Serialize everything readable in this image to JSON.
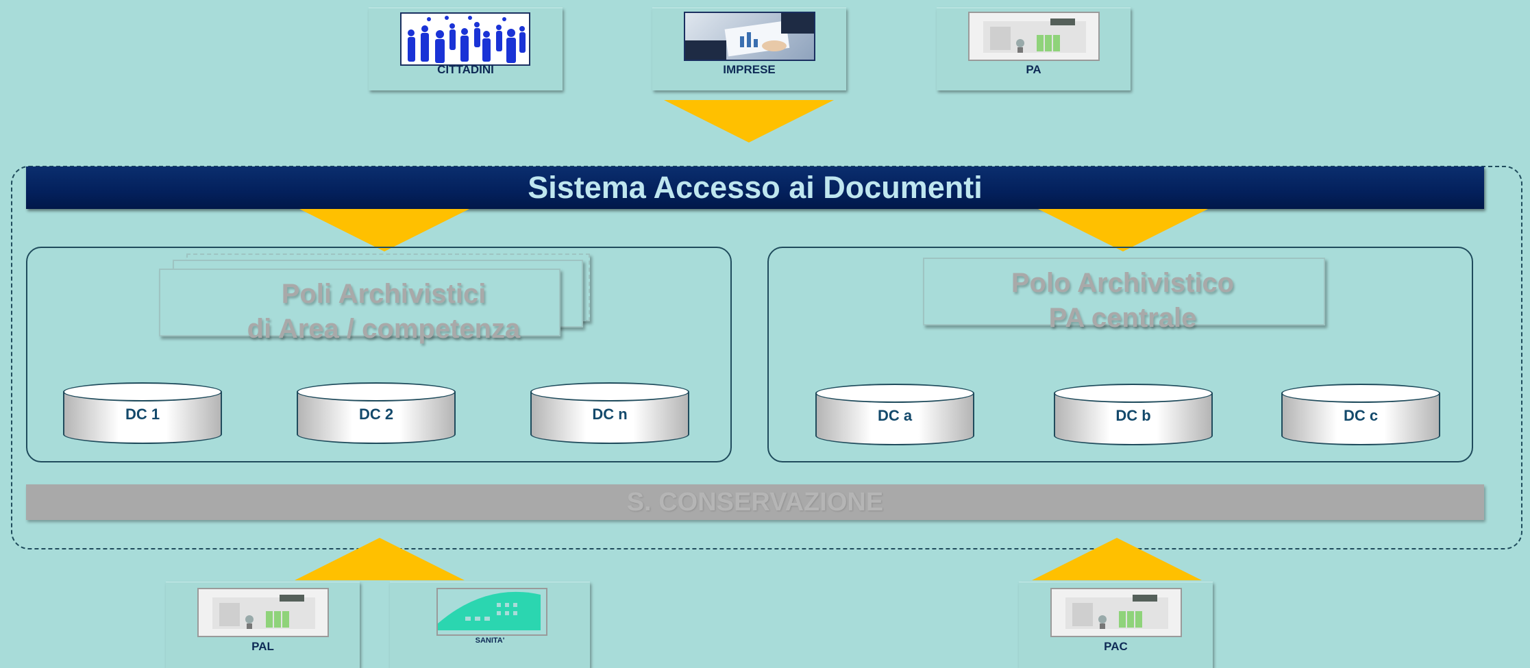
{
  "top_cards": [
    {
      "label": "CITTADINI"
    },
    {
      "label": "IMPRESE"
    },
    {
      "label": "PA"
    }
  ],
  "banner": {
    "title": "Sistema Accesso ai Documenti"
  },
  "left_pane": {
    "title_line1": "Poli Archivistici",
    "title_line2": "di Area / competenza",
    "dcs": [
      "DC 1",
      "DC 2",
      "DC n"
    ]
  },
  "right_pane": {
    "title_line1": "Polo Archivistico",
    "title_line2": "PA centrale",
    "dcs": [
      "DC a",
      "DC b",
      "DC c"
    ]
  },
  "conservation_bar": {
    "label": "S. CONSERVAZIONE"
  },
  "bottom_cards": [
    {
      "label": "PAL"
    },
    {
      "label": "SANITA'"
    },
    {
      "label": "PAC"
    }
  ],
  "colors": {
    "background": "#a8dcd9",
    "banner": "#03205c",
    "arrow": "#ffc000",
    "bar": "#a9a9a9"
  }
}
